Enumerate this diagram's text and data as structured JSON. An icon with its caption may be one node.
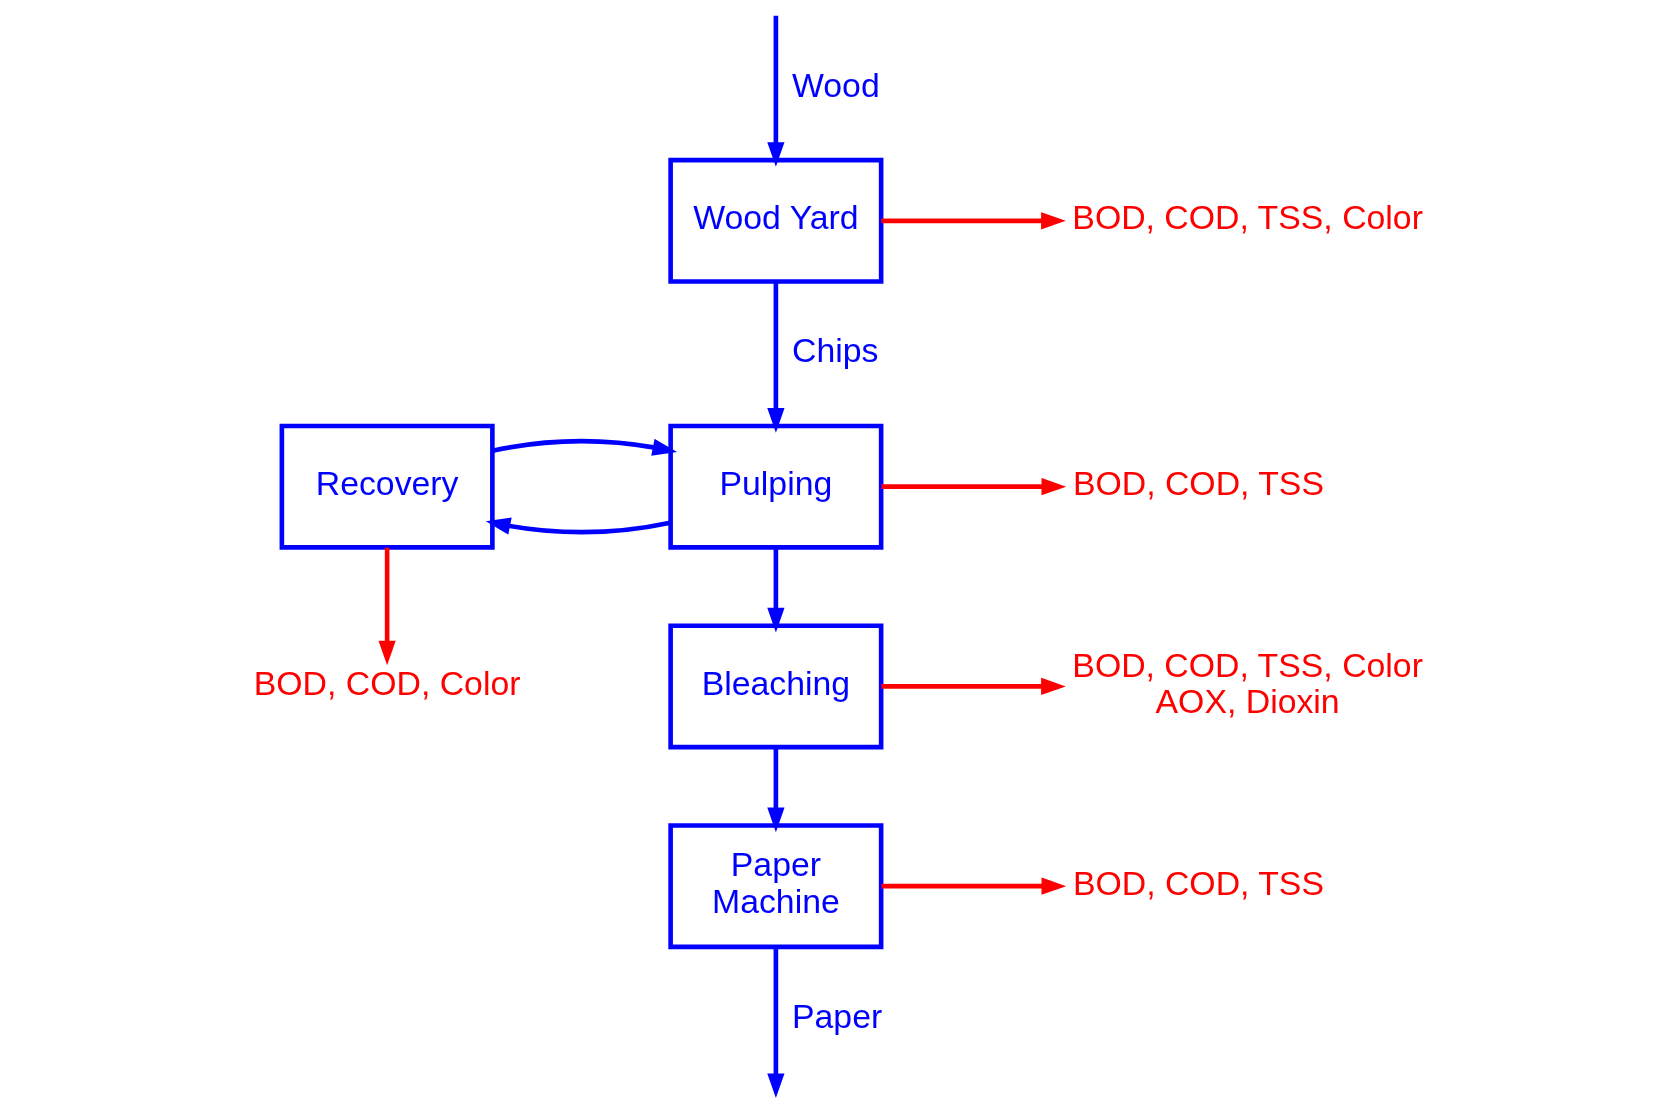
{
  "diagram": {
    "nodes": [
      {
        "text": [
          "Wood Yard"
        ]
      },
      {
        "text": [
          "Recovery"
        ]
      },
      {
        "text": [
          "Pulping"
        ]
      },
      {
        "text": [
          "Bleaching"
        ]
      },
      {
        "text": [
          "Paper Machine"
        ]
      },
      {
        "text": [
          "BOD, COD, TSS, Color"
        ]
      },
      {
        "text": [
          "BOD, COD, TSS"
        ]
      },
      {
        "text": [
          "BOD, COD, Color"
        ]
      },
      {
        "text": [
          "BOD, COD, TSS, Color AOX, Dioxin"
        ]
      },
      {
        "text": [
          "BOD, COD, TSS"
        ]
      }
    ],
    "edges": [
      {
        "from": null,
        "to": 0,
        "arrow": "to",
        "label": "Wood"
      },
      {
        "from": 0,
        "to": 5,
        "arrow": "to",
        "color": "#ff0000"
      },
      {
        "from": 0,
        "to": 2,
        "arrow": "to",
        "label": "Chips"
      },
      {
        "from": 2,
        "to": 1,
        "arrow": "to"
      },
      {
        "from": 1,
        "to": 2,
        "arrow": "to"
      },
      {
        "from": 2,
        "to": 6,
        "arrow": "to",
        "color": "#ff0000"
      },
      {
        "from": 1,
        "to": 7,
        "arrow": "to",
        "color": "#ff0000"
      },
      {
        "from": 2,
        "to": 3,
        "arrow": "to"
      },
      {
        "from": 3,
        "to": 8,
        "arrow": "to",
        "color": "#ff0000"
      },
      {
        "from": 3,
        "to": 4,
        "arrow": "to"
      },
      {
        "from": 4,
        "to": 9,
        "arrow": "to",
        "color": "#ff0000"
      },
      {
        "from": 4,
        "to": null,
        "arrow": "to",
        "label": "Paper"
      }
    ]
  }
}
